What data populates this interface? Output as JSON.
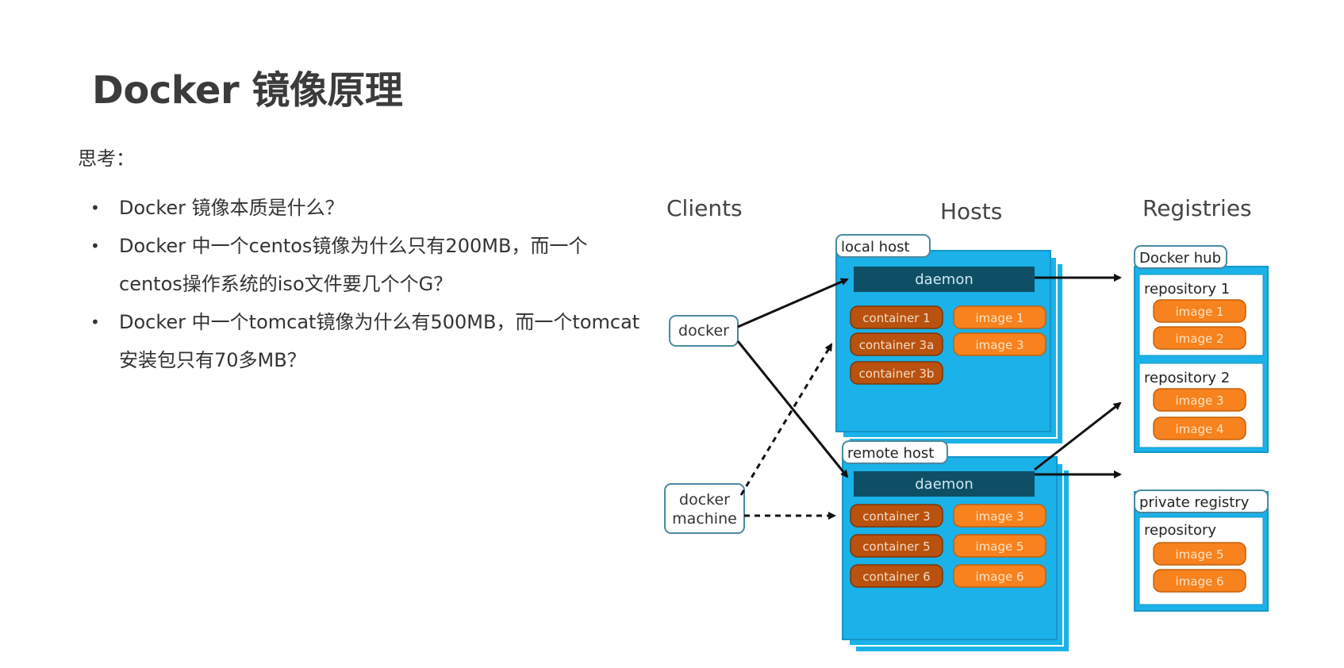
{
  "title": "Docker 镜像原理",
  "think_label": "思考：",
  "questions": [
    "Docker 镜像本质是什么？",
    "Docker 中一个centos镜像为什么只有200MB，而一个centos操作系统的iso文件要几个个G？",
    "Docker 中一个tomcat镜像为什么有500MB，而一个tomcat安装包只有70多MB？"
  ],
  "diagram": {
    "columns": {
      "clients": "Clients",
      "hosts": "Hosts",
      "registries": "Registries"
    },
    "clients": {
      "docker": "docker",
      "docker_machine_line1": "docker",
      "docker_machine_line2": "machine"
    },
    "local_host": {
      "label": "local host",
      "daemon": "daemon",
      "containers": [
        "container 1",
        "container 3a",
        "container 3b"
      ],
      "images": [
        "image 1",
        "image 3"
      ]
    },
    "remote_host": {
      "label": "remote host",
      "daemon": "daemon",
      "containers": [
        "container 3",
        "container 5",
        "container 6"
      ],
      "images": [
        "image 3",
        "image 5",
        "image 6"
      ]
    },
    "docker_hub": {
      "label": "Docker hub",
      "repositories": [
        {
          "label": "repository 1",
          "images": [
            "image 1",
            "image 2"
          ]
        },
        {
          "label": "repository 2",
          "images": [
            "image 3",
            "image 4"
          ]
        }
      ]
    },
    "private_registry": {
      "label": "private registry",
      "repository": {
        "label": "repository",
        "images": [
          "image 5",
          "image 6"
        ]
      }
    },
    "colors": {
      "host_blue": "#1ab2e8",
      "host_border": "#1596c9",
      "daemon_navy": "#0f4f66",
      "container_brown": "#b8520e",
      "image_orange": "#f7821e",
      "client_border": "#4a8aa0",
      "arrow": "#111111"
    }
  }
}
